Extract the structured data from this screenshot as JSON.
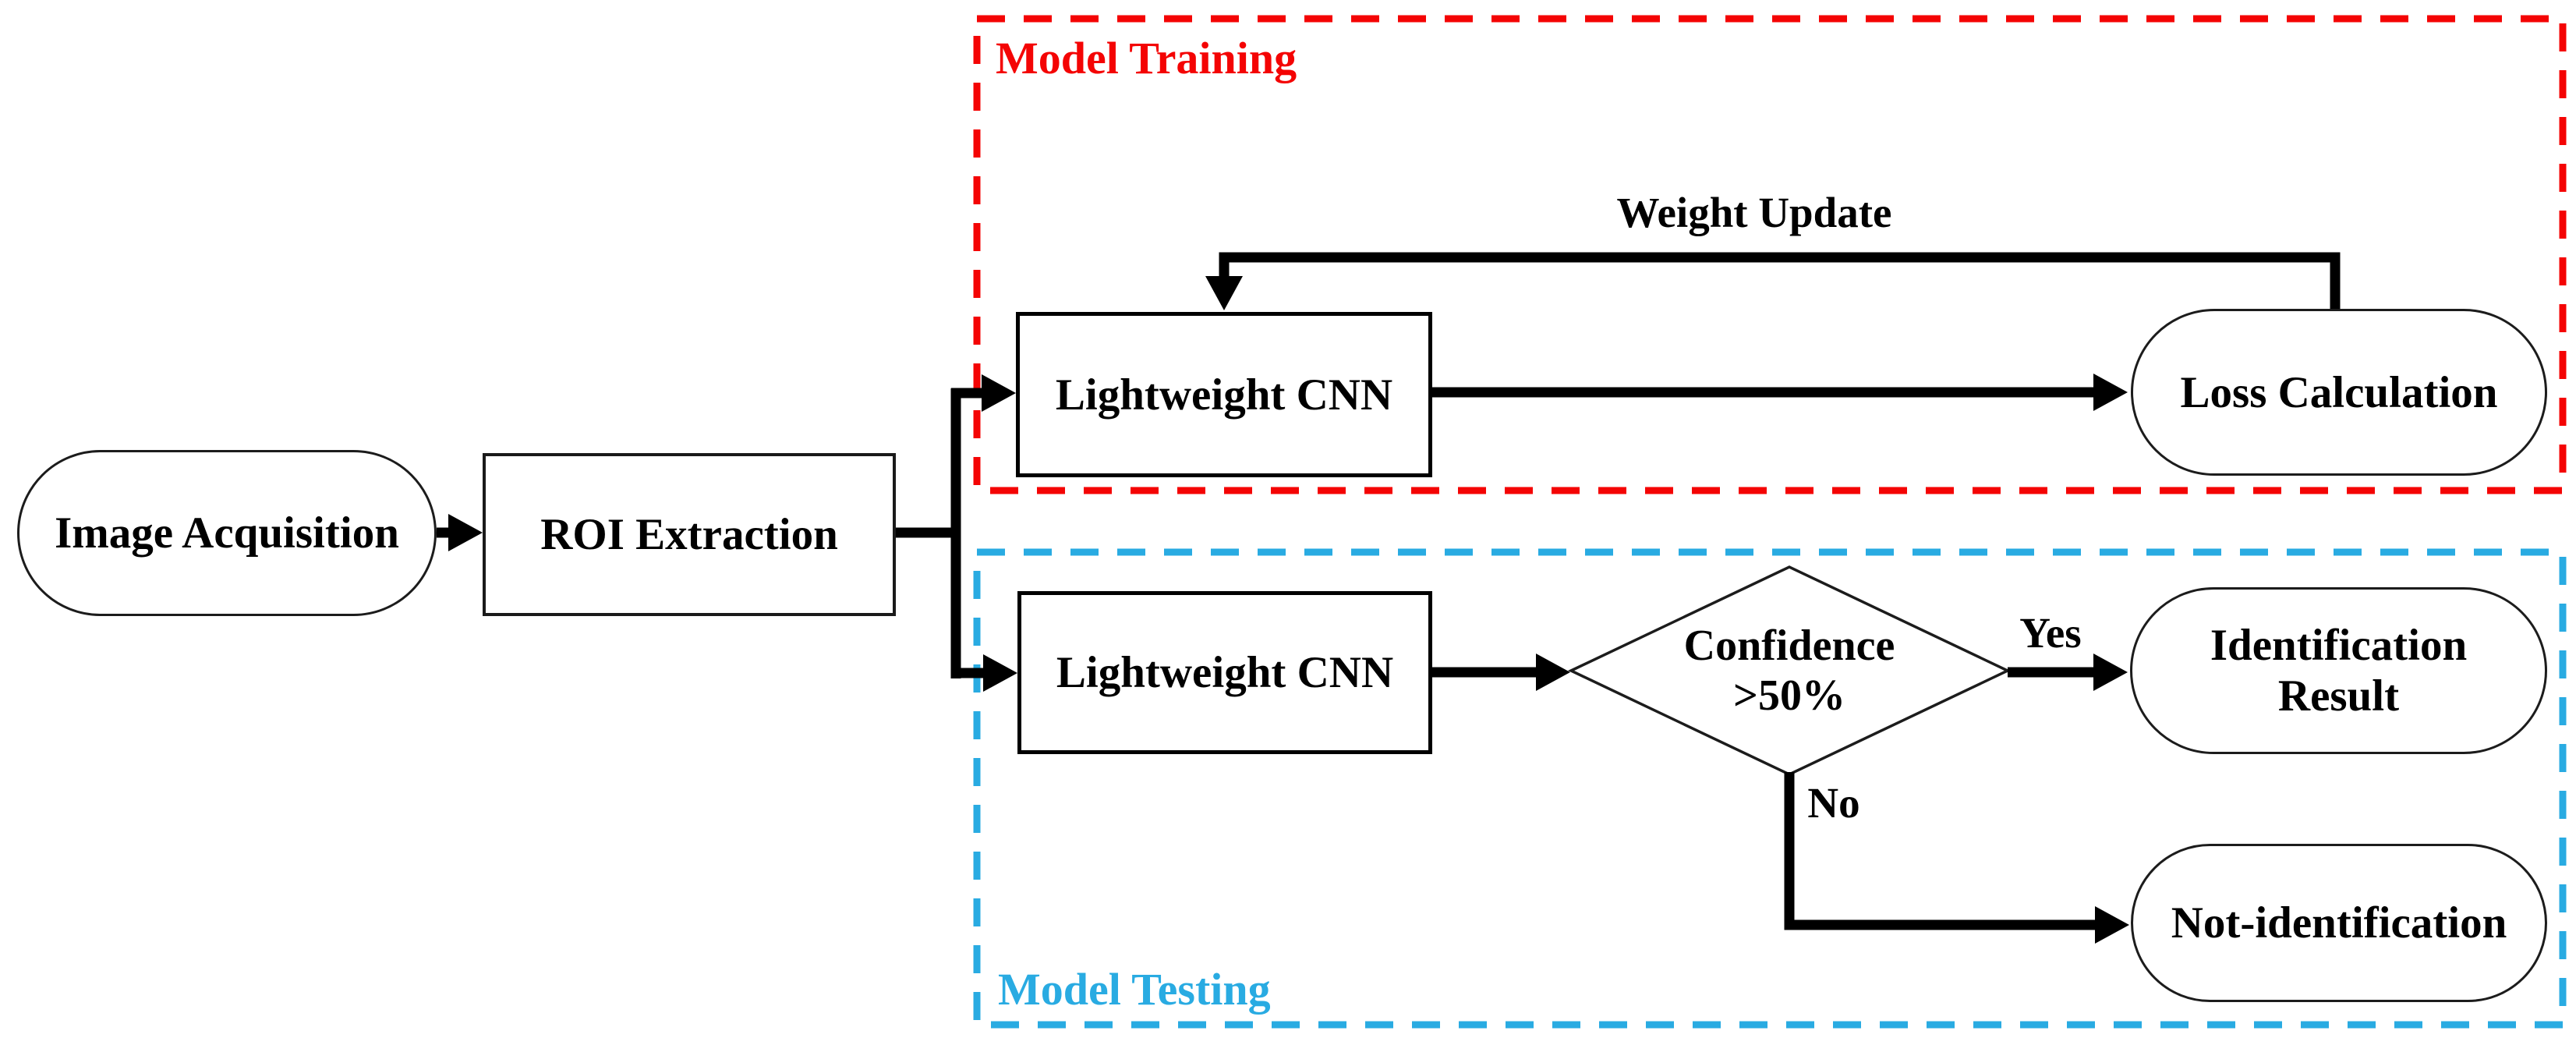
{
  "figure": {
    "type": "flowchart",
    "background": "#FFFFFF",
    "description": "CNN-based identification pipeline with training and testing phases"
  },
  "groups": {
    "training": {
      "label": "Model Training",
      "border_style": "dashed",
      "color": "#F40404"
    },
    "testing": {
      "label": "Model Testing",
      "border_style": "dashed",
      "color": "#29ABE2"
    }
  },
  "nodes": {
    "image_acquisition": {
      "label": "Image Acquisition",
      "shape": "stadium"
    },
    "roi_extraction": {
      "label": "ROI Extraction",
      "shape": "rectangle"
    },
    "cnn_training": {
      "label": "Lightweight CNN",
      "shape": "rectangle",
      "group": "Model Training"
    },
    "loss_calculation": {
      "label": "Loss Calculation",
      "shape": "stadium",
      "group": "Model Training"
    },
    "cnn_testing": {
      "label": "Lightweight CNN",
      "shape": "rectangle",
      "group": "Model Testing"
    },
    "confidence_check": {
      "line1": "Confidence",
      "line2": ">50%",
      "shape": "diamond",
      "group": "Model Testing"
    },
    "identification_result": {
      "line1": "Identification",
      "line2": "Result",
      "shape": "stadium",
      "group": "Model Testing"
    },
    "not_identification": {
      "label": "Not-identification",
      "shape": "stadium",
      "group": "Model Testing"
    }
  },
  "edge_labels": {
    "weight_update": "Weight Update",
    "yes": "Yes",
    "no": "No"
  },
  "edges": [
    {
      "from": "image_acquisition",
      "to": "roi_extraction"
    },
    {
      "from": "roi_extraction",
      "to": "cnn_training"
    },
    {
      "from": "roi_extraction",
      "to": "cnn_testing"
    },
    {
      "from": "cnn_training",
      "to": "loss_calculation"
    },
    {
      "from": "loss_calculation",
      "to": "cnn_training",
      "label": "Weight Update"
    },
    {
      "from": "cnn_testing",
      "to": "confidence_check"
    },
    {
      "from": "confidence_check",
      "to": "identification_result",
      "label": "Yes"
    },
    {
      "from": "confidence_check",
      "to": "not_identification",
      "label": "No"
    }
  ],
  "colors": {
    "connector": "#000000",
    "node_border": "#000000",
    "node_fill": "#FFFFFF",
    "text": "#000000",
    "training_border": "#F40404",
    "testing_border": "#29ABE2"
  }
}
